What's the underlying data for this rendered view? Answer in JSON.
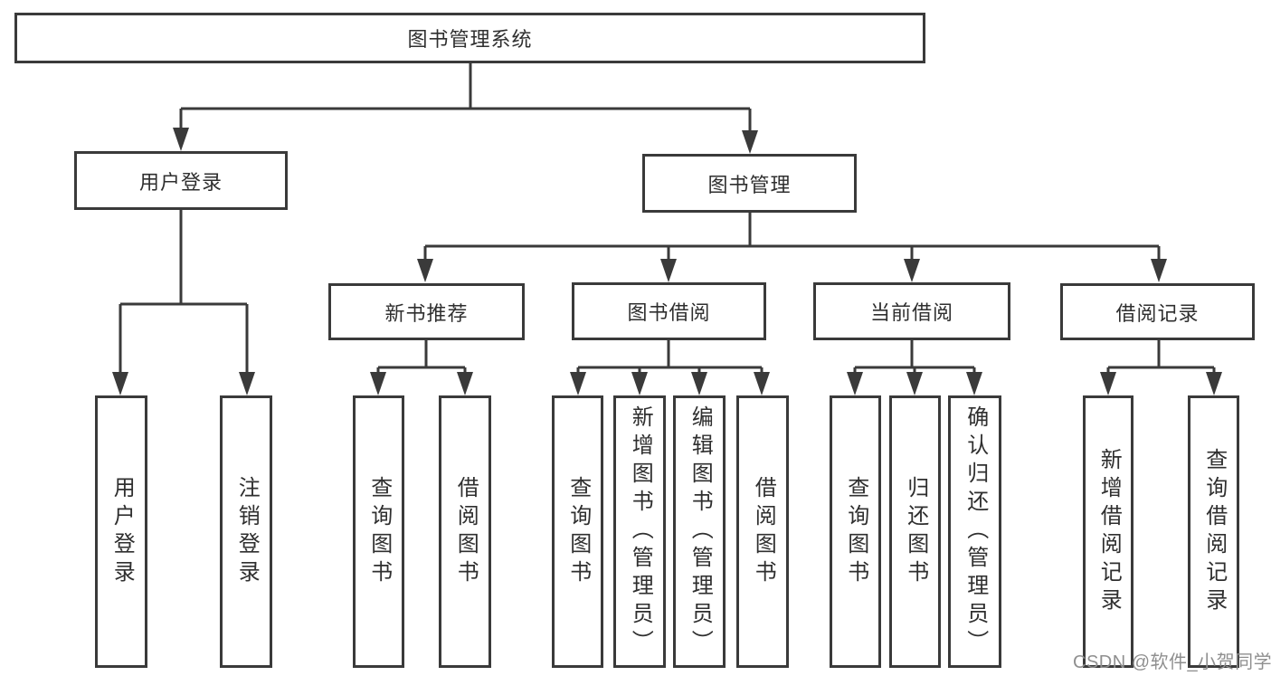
{
  "diagram": {
    "root_label": "图书管理系统",
    "l2": {
      "user_login": "用户登录",
      "book_mgmt": "图书管理"
    },
    "l3": {
      "new_book": "新书推荐",
      "borrow": "图书借阅",
      "current": "当前借阅",
      "records": "借阅记录"
    },
    "l4": {
      "user_login": "用户登录",
      "logout": "注销登录",
      "query_book_a": "查询图书",
      "borrow_book_a": "借阅图书",
      "query_book_b": "查询图书",
      "add_book": "新增图书（管理员）",
      "edit_book": "编辑图书（管理员）",
      "borrow_book_b": "借阅图书",
      "query_book_c": "查询图书",
      "return_book": "归还图书",
      "confirm_return": "确认归还（管理员）",
      "add_record": "新增借阅记录",
      "query_record": "查询借阅记录"
    }
  },
  "watermark": {
    "text": "CSDN @软件_小贺同学",
    "color": "#8f8f8f"
  },
  "colors": {
    "line": "#3a3a3a",
    "text": "#2f2f2f",
    "background": "#ffffff"
  }
}
